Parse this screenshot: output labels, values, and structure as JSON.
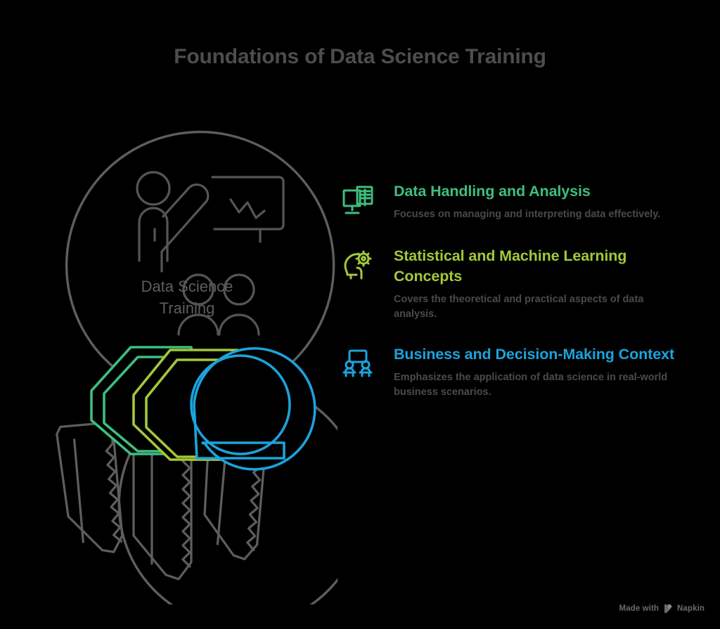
{
  "page": {
    "title": "Foundations of Data Science Training",
    "background_color": "#000000",
    "title_color": "#4d4d4d"
  },
  "illustration": {
    "type": "keyring-with-three-keys",
    "center_label_line1": "Data Science",
    "center_label_line2": "Training",
    "center_icon_name": "training-presentation-icon",
    "ring_color": "#5e5e5e",
    "key_colors": [
      "#3ebe7f",
      "#a3c83a",
      "#1ba3dc"
    ]
  },
  "points": [
    {
      "icon": "monitor-data-icon",
      "title": "Data Handling and Analysis",
      "description": "Focuses on managing and interpreting data effectively.",
      "color": "#3ebe7f"
    },
    {
      "icon": "head-gear-machine-learning-icon",
      "title": "Statistical and Machine Learning Concepts",
      "description": "Covers the theoretical and practical aspects of data analysis.",
      "color": "#a3c83a"
    },
    {
      "icon": "people-meeting-board-icon",
      "title": "Business and Decision-Making Context",
      "description": "Emphasizes the application of data science in real-world business scenarios.",
      "color": "#1ba3dc"
    }
  ],
  "watermark": {
    "prefix": "Made with",
    "brand": "Napkin",
    "color": "#6b6b6b"
  }
}
